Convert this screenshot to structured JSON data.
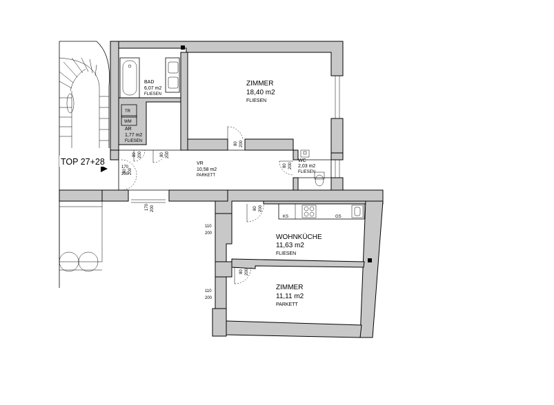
{
  "unit_label": "TOP 27+28",
  "rooms": {
    "zimmer1": {
      "name": "ZIMMER",
      "area": "18,40 m2",
      "floor": "FLIESEN"
    },
    "bad": {
      "name": "BAD",
      "area": "6,07 m2",
      "floor": "FLIESEN"
    },
    "ar": {
      "name": "AR",
      "area": "1,77 m2",
      "floor": "FLIESEN"
    },
    "vr": {
      "name": "VR",
      "area": "10,58 m2",
      "floor": "PARKETT"
    },
    "wc": {
      "name": "WC",
      "area": "2,03 m2",
      "floor": "FLIESEN"
    },
    "wohnkueche": {
      "name": "WOHNKÜCHE",
      "area": "11,63 m2",
      "floor": "FLIESEN"
    },
    "zimmer2": {
      "name": "ZIMMER",
      "area": "11,11 m2",
      "floor": "PARKETT"
    }
  },
  "fixtures": {
    "tr": "TR",
    "wm": "WM",
    "ks": "KS",
    "gs": "GS"
  },
  "dimensions": {
    "d80": "80",
    "d200": "200",
    "d90": "90",
    "d110": "110",
    "d170": "170",
    "d250": "250"
  },
  "colors": {
    "wall_fill": "#c8c8c8",
    "line": "#000000",
    "background": "#ffffff"
  }
}
